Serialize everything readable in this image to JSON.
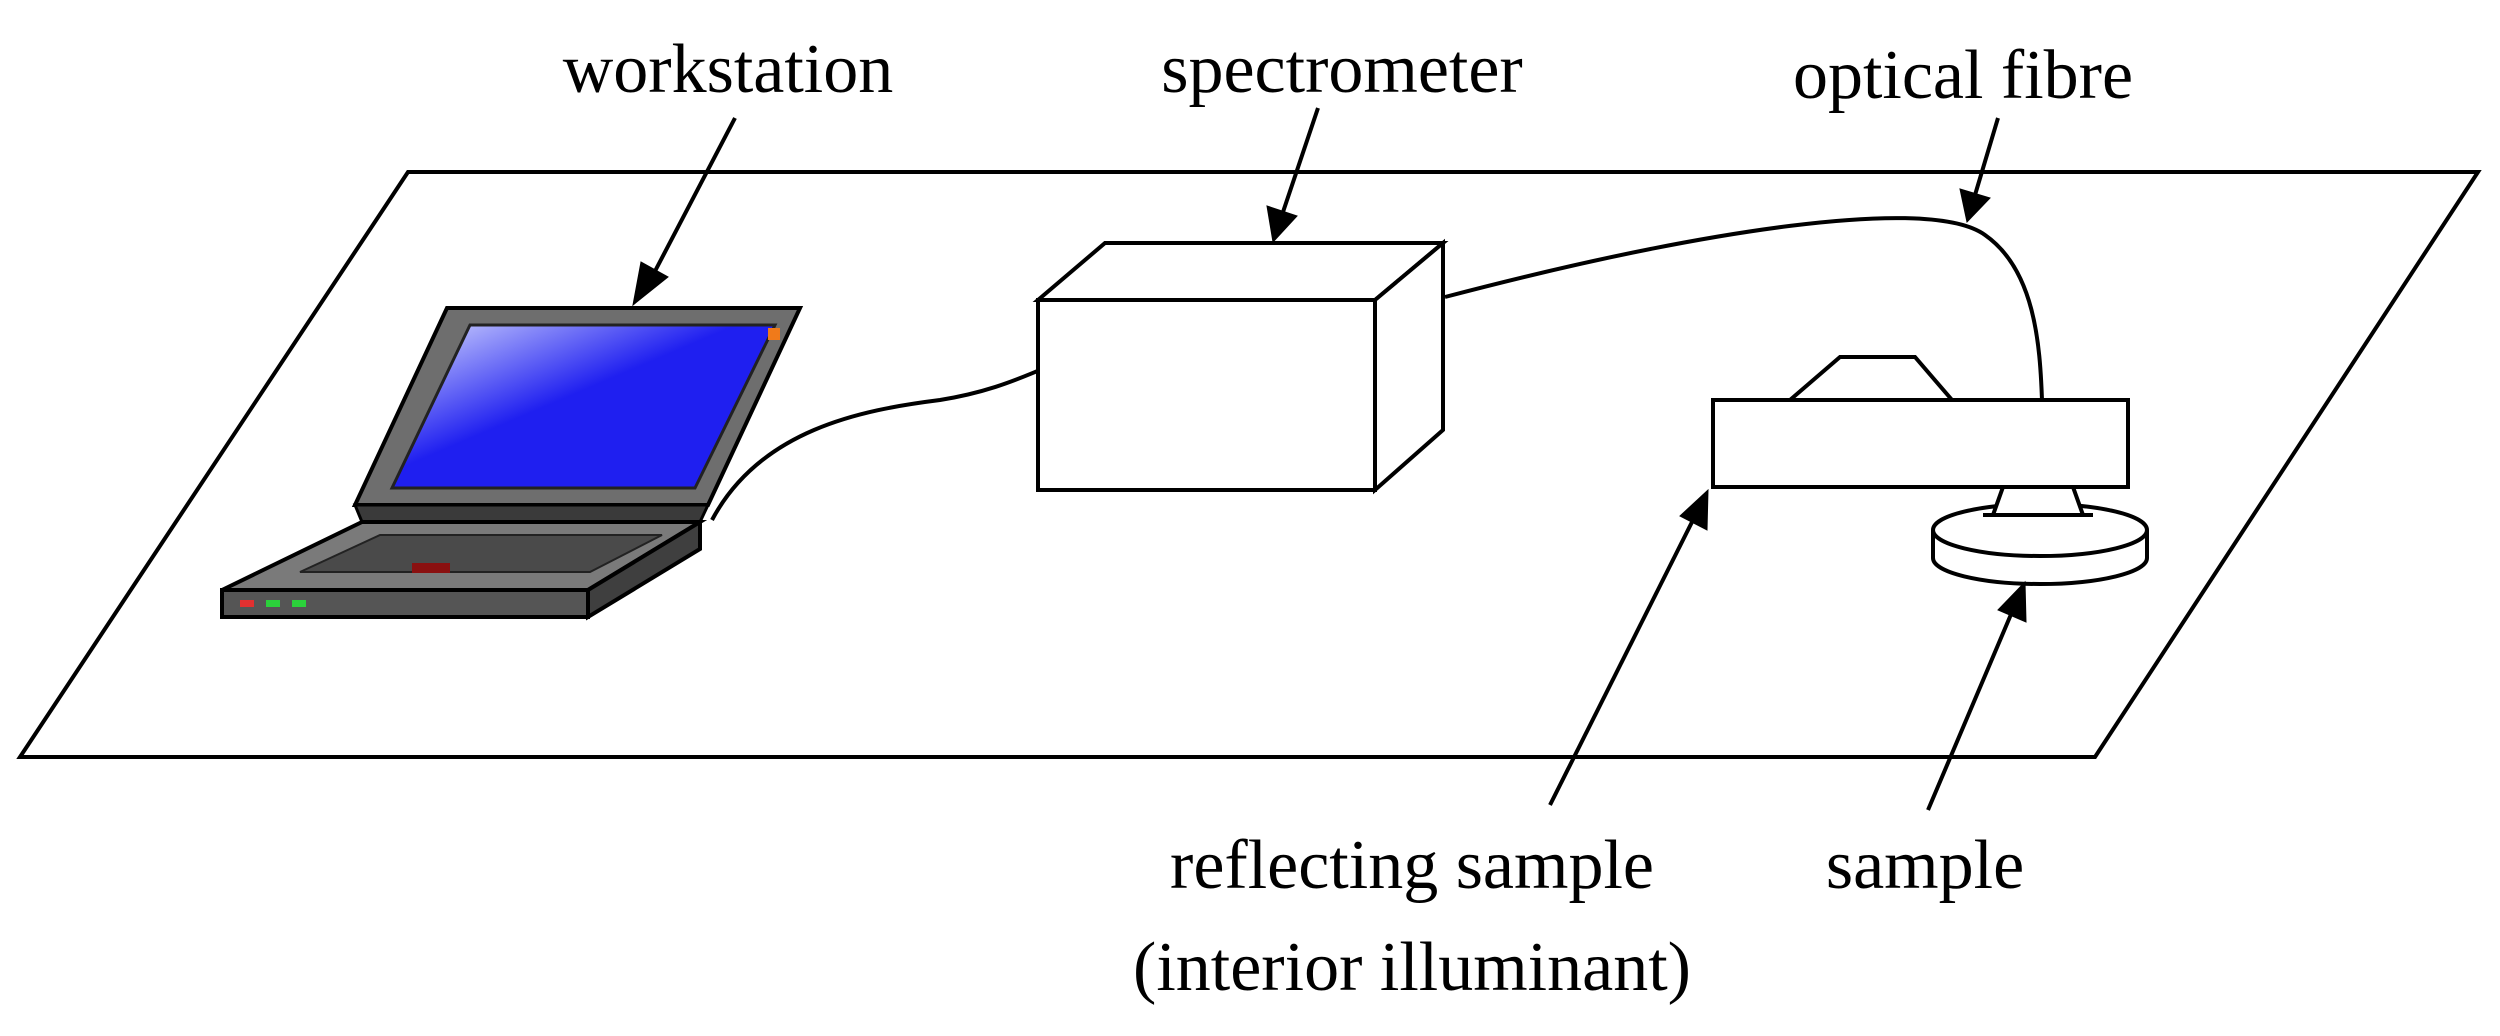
{
  "labels": {
    "workstation": "workstation",
    "spectrometer": "spectrometer",
    "optical_fibre": "optical fibre",
    "reflecting_sample_line1": "reflecting sample",
    "reflecting_sample_line2": "(interior illuminant)",
    "sample": "sample"
  },
  "colors": {
    "line": "#000000",
    "screen_gradient_light": "#d8dcff",
    "screen_blue": "#1f1ff0",
    "laptop_body": "#6e6e6e",
    "laptop_dark": "#3a3a3a",
    "led_green": "#2bd13b",
    "led_red": "#e23030",
    "indicator_orange": "#f07a1a"
  },
  "icons": {
    "workstation": "laptop-icon",
    "spectrometer": "box-icon",
    "reflecting_sample": "illuminant-housing-icon",
    "sample": "sample-disc-icon"
  }
}
